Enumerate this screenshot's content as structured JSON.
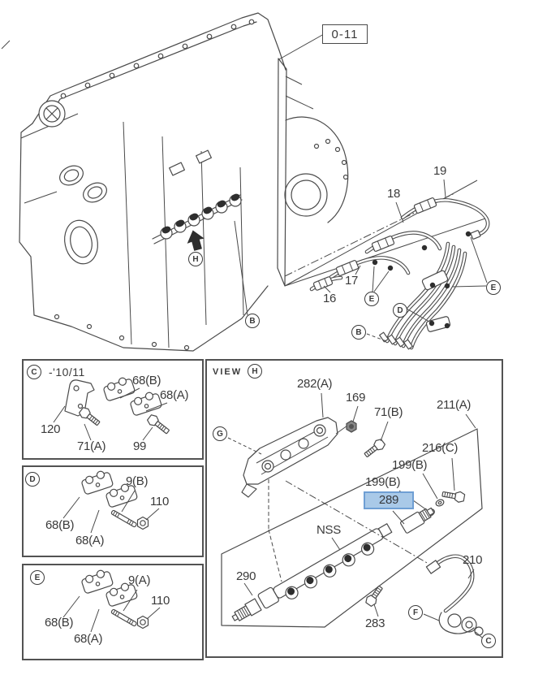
{
  "colors": {
    "line": "#4a4a4a",
    "text": "#3a3a3a",
    "highlight_bg": "#a9c9e8",
    "highlight_border": "#6f9fd4"
  },
  "engine_view": {
    "page_ref": "0-11",
    "pipe_labels": {
      "p16": "16",
      "p17": "17",
      "p18": "18",
      "p19": "19"
    },
    "markers": {
      "e_left": "E",
      "e_right": "E",
      "d": "D",
      "b_pipes": "B",
      "b_engine": "B",
      "h": "H"
    }
  },
  "panel_c": {
    "marker": "C",
    "applicability": "-'10/11",
    "labels": {
      "bracket": "120",
      "bolt_a": "71(A)",
      "bolt_b": "99",
      "clip_upper": "68(B)",
      "clip_lower": "68(A)"
    }
  },
  "panel_d": {
    "marker": "D",
    "labels": {
      "clip_upper": "68(B)",
      "clip_lower": "68(A)",
      "stud": "9(B)",
      "nut": "110"
    }
  },
  "panel_e": {
    "marker": "E",
    "labels": {
      "clip_upper": "68(B)",
      "clip_lower": "68(A)",
      "stud": "9(A)",
      "nut": "110"
    }
  },
  "panel_h": {
    "title": "VIEW",
    "marker": "H",
    "labels": {
      "bracket": "282(A)",
      "nut": "169",
      "bolt_b": "71(B)",
      "cover": "211(A)",
      "bolt_c": "216(C)",
      "washer_upper": "199(B)",
      "washer_lower": "199(B)",
      "selected": "289",
      "rail": "NSS",
      "plug": "290",
      "bolt": "283",
      "pipe": "210"
    },
    "markers": {
      "g": "G",
      "f": "F",
      "c": "C"
    }
  }
}
